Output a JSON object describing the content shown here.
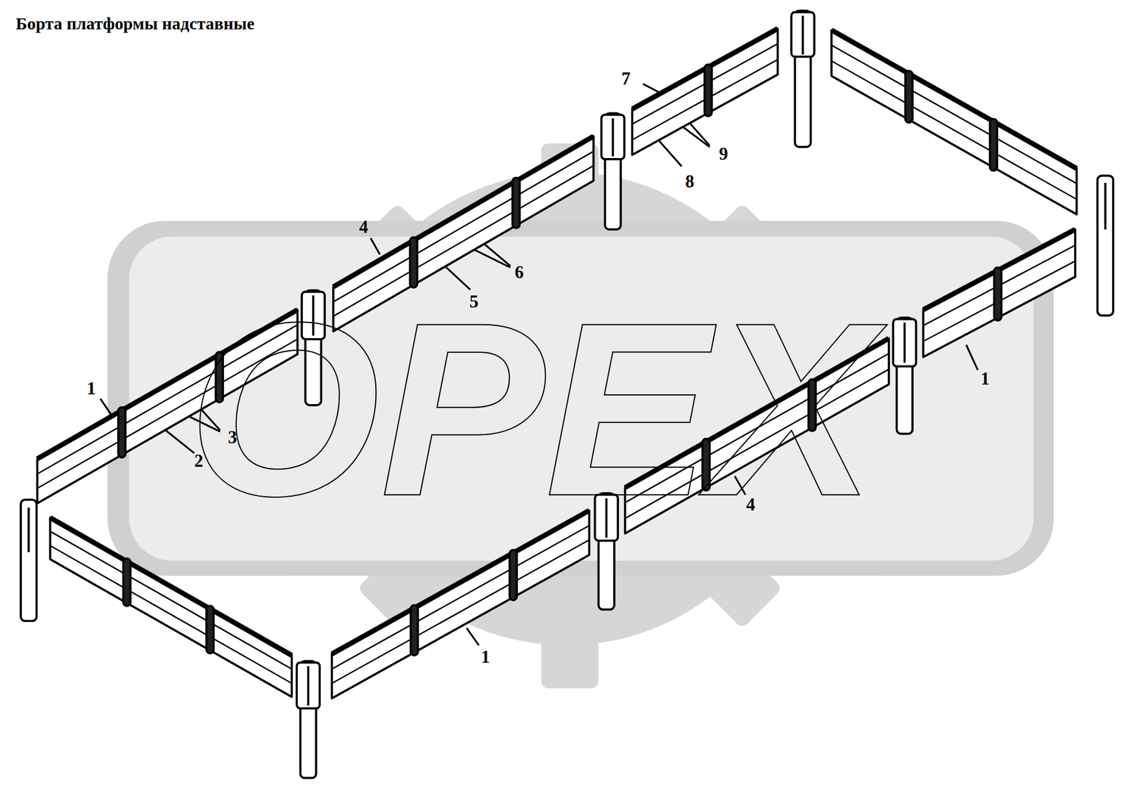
{
  "diagram": {
    "title": "Борта платформы надставные",
    "labels": [
      "7",
      "9",
      "8",
      "4",
      "6",
      "5",
      "1",
      "3",
      "2",
      "1",
      "4",
      "1",
      "OPEX"
    ]
  }
}
